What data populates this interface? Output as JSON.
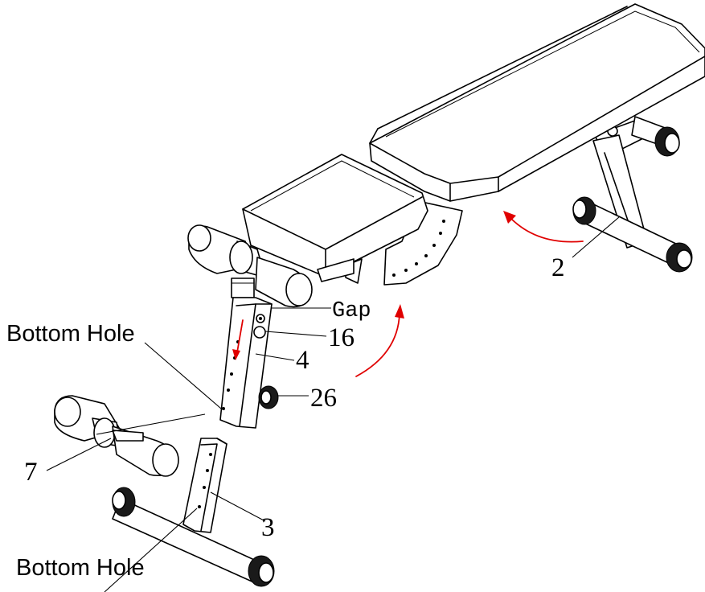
{
  "labels": {
    "bottom_hole_top": "Bottom Hole",
    "bottom_hole_bottom": "Bottom Hole",
    "gap": "Gap",
    "part_2": "2",
    "part_16": "16",
    "part_4": "4",
    "part_26": "26",
    "part_7": "7",
    "part_3": "3"
  },
  "colors": {
    "line": "#000000",
    "arrow": "#e00000",
    "background": "#ffffff"
  }
}
